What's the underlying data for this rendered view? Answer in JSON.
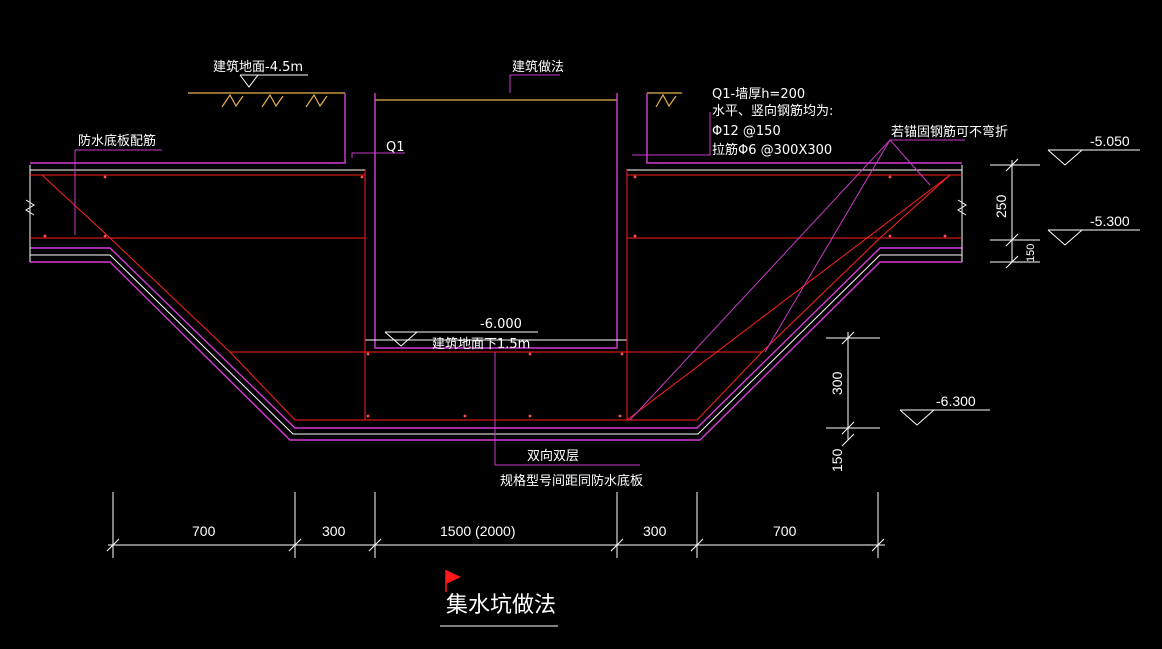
{
  "colors": {
    "background": "#000000",
    "outline": "#ffffff",
    "rebar": "#ff2020",
    "wall": "#d63cd6",
    "ground": "#e6b34d",
    "leader": "#c83ac8",
    "flag": "#ff1a1a"
  },
  "labels": {
    "ground_elev": "建筑地面-4.5m",
    "building_practice": "建筑做法",
    "waterproof_bars": "防水底板配筋",
    "wall_q1": "Q1",
    "wall_spec": [
      "Q1-墙厚h=200",
      "水平、竖向钢筋均为:",
      "Φ12 @150",
      "拉筋Φ6 @300X300"
    ],
    "anchor_note": "若锚固钢筋可不弯折",
    "pit_floor_elev": "-6.000",
    "pit_floor_note": "建筑地面下1.5m",
    "double_layer": "双向双层",
    "same_as_slab": "规格型号间距同防水底板",
    "title": "集水坑做法"
  },
  "elevations": {
    "top": "-5.050",
    "slab_bottom": "-5.300",
    "pit_bottom": "-6.300"
  },
  "dimensions": {
    "right_upper": [
      "250",
      "150"
    ],
    "right_lower": [
      "300",
      "150"
    ],
    "bottom": [
      "700",
      "300",
      "1500 (2000)",
      "300",
      "700"
    ]
  }
}
